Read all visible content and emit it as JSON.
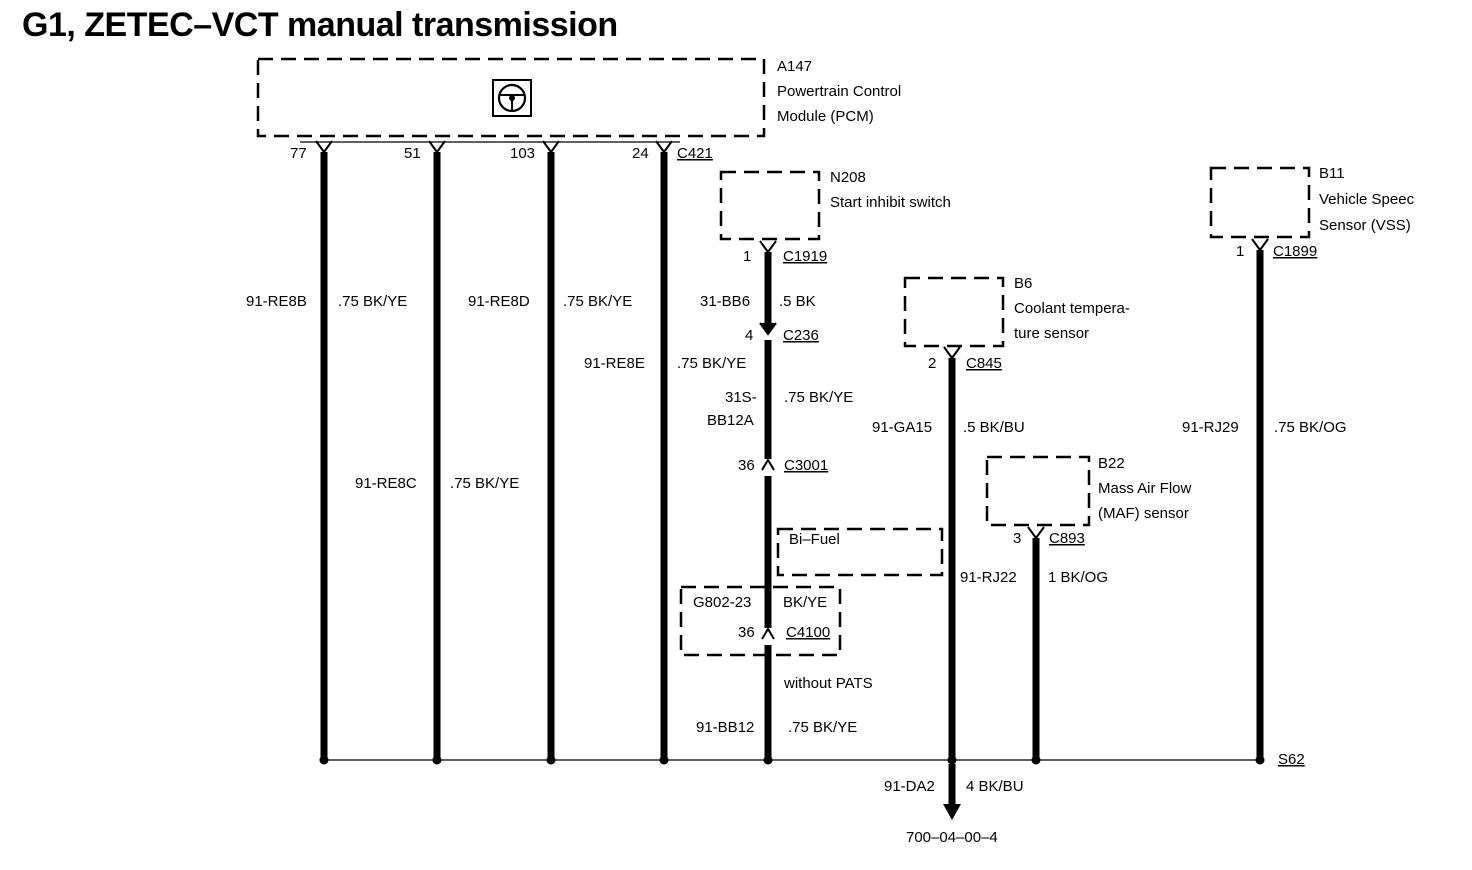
{
  "title": "G1, ZETEC–VCT manual transmission",
  "pcm": {
    "id": "A147",
    "line1": "Powertrain Control",
    "line2": "Module (PCM)",
    "connector": "C421",
    "pins": [
      "77",
      "51",
      "103",
      "24"
    ]
  },
  "n208": {
    "id": "N208",
    "name": "Start inhibit switch",
    "pin": "1",
    "connector": "C1919"
  },
  "b11": {
    "id": "B11",
    "line1": "Vehicle Speec",
    "line2": "Sensor (VSS)",
    "pin": "1",
    "connector": "C1899"
  },
  "b6": {
    "id": "B6",
    "line1": "Coolant tempera-",
    "line2": "ture sensor",
    "pin": "2",
    "connector": "C845"
  },
  "b22": {
    "id": "B22",
    "line1": "Mass Air Flow",
    "line2": "(MAF) sensor",
    "pin": "3",
    "connector": "C893"
  },
  "wires": {
    "w77": {
      "code": "91-RE8B",
      "spec": ".75 BK/YE"
    },
    "w103": {
      "code": "91-RE8D",
      "spec": ".75 BK/YE"
    },
    "w24": {
      "code": "91-RE8E",
      "spec": ".75 BK/YE"
    },
    "w51": {
      "code": "91-RE8C",
      "spec": ".75 BK/YE"
    },
    "bb6": {
      "code": "31-BB6",
      "spec": ".5 BK"
    },
    "bb12a": {
      "code1": "31S-",
      "code2": "BB12A",
      "spec": ".75 BK/YE"
    },
    "bb12": {
      "code": "91-BB12",
      "spec": ".75 BK/YE"
    },
    "ga15": {
      "code": "91-GA15",
      "spec": ".5 BK/BU"
    },
    "rj29": {
      "code": "91-RJ29",
      "spec": ".75 BK/OG"
    },
    "rj22": {
      "code": "91-RJ22",
      "spec": "1 BK/OG"
    },
    "da2": {
      "code": "91-DA2",
      "spec": "4 BK/BU"
    }
  },
  "c236": {
    "pin": "4",
    "connector": "C236"
  },
  "c3001": {
    "pin": "36",
    "connector": "C3001"
  },
  "bifuel": "Bi–Fuel",
  "pats_box": {
    "code": "G802-23",
    "spec": "BK/YE",
    "pin": "36",
    "connector": "C4100"
  },
  "without_pats": "without PATS",
  "splice": "S62",
  "ref": "700–04–00–4",
  "icon": "steering-wheel-icon"
}
